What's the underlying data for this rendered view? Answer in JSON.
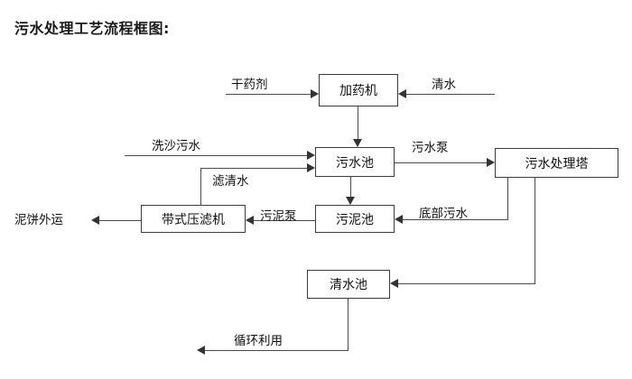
{
  "title": "污水处理工艺流程框图:",
  "nodes": {
    "dosing_machine": "加药机",
    "sewage_pool": "污水池",
    "treatment_tower": "污水处理塔",
    "belt_filter_press": "带式压滤机",
    "sludge_pool": "污泥池",
    "clean_water_pool": "清水池"
  },
  "edge_labels": {
    "dry_agent": "干药剂",
    "clean_water_in": "清水",
    "sand_wash_sewage": "洗沙污水",
    "filtrate_water": "滤清水",
    "sewage_pump": "污水泵",
    "sludge_pump": "污泥泵",
    "bottom_sewage": "底部污水",
    "mud_cake_out": "泥饼外运",
    "recycle_use": "循环利用"
  },
  "colors": {
    "box_border": "#3c3c3c",
    "line": "#4a4a4a",
    "arrow": "#333333",
    "text": "#111111",
    "background": "#ffffff"
  }
}
